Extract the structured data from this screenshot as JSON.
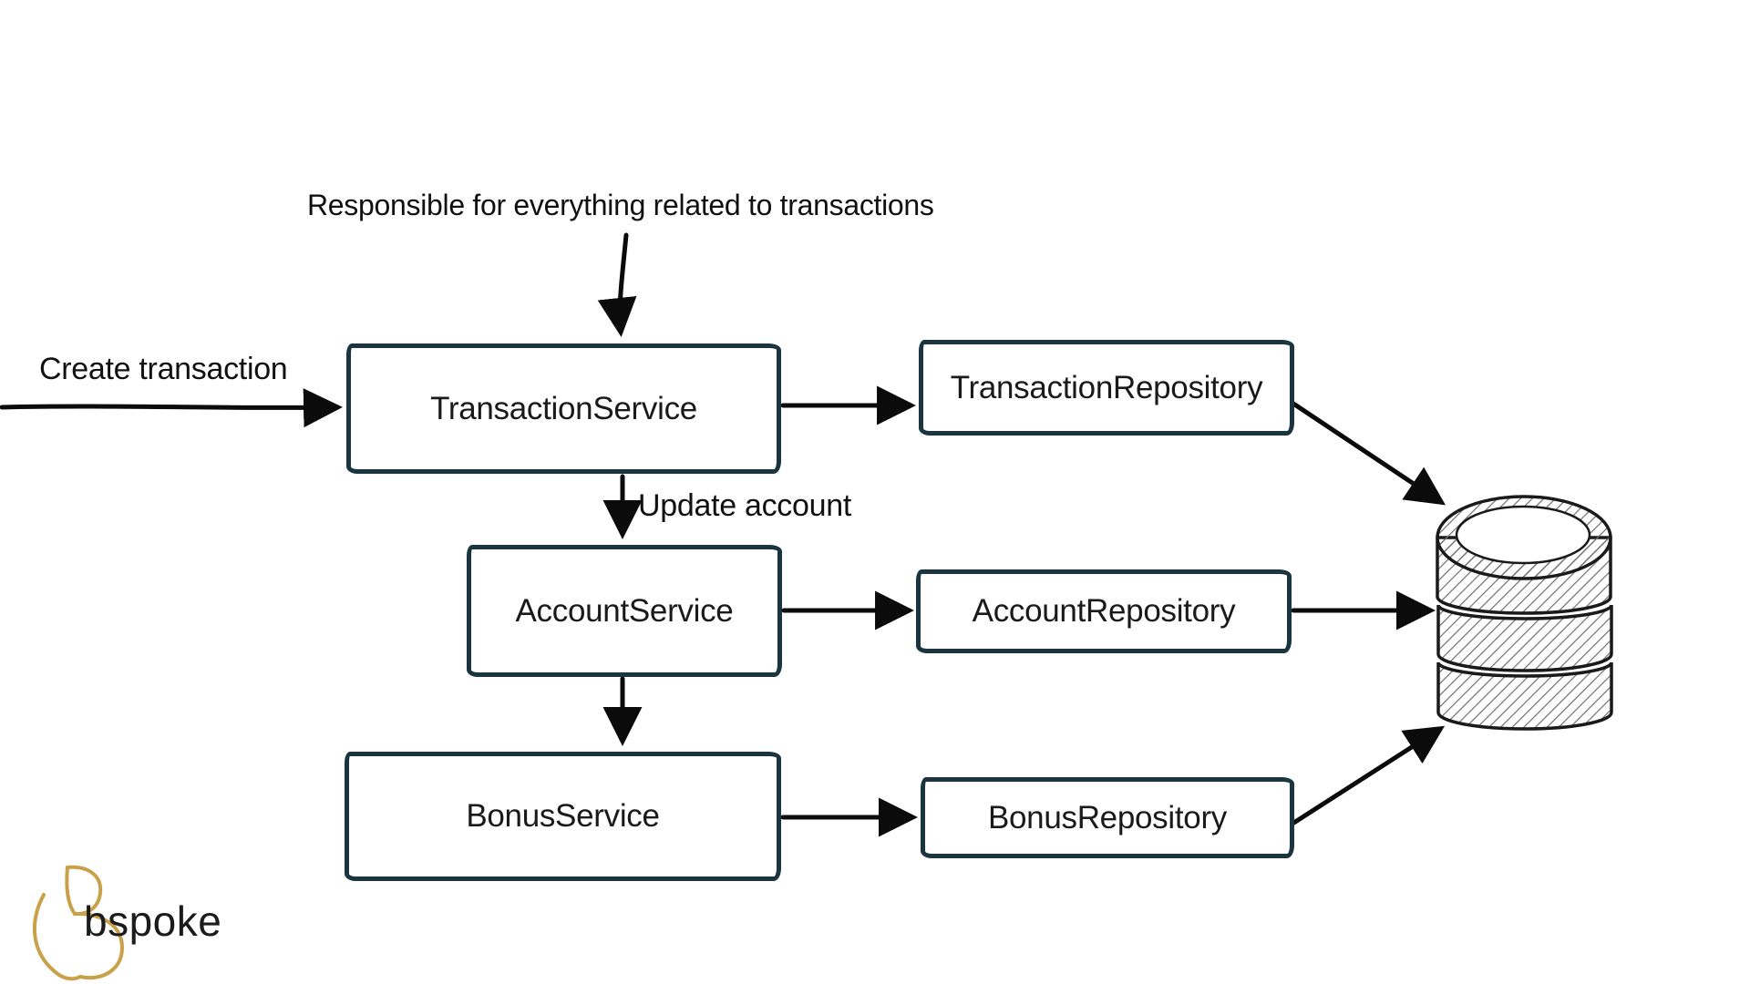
{
  "diagram": {
    "title_note": "Responsible for everything related to transactions",
    "edge_labels": {
      "create_transaction": "Create transaction",
      "update_account": "Update account"
    },
    "nodes": {
      "transaction_service": "TransactionService",
      "transaction_repository": "TransactionRepository",
      "account_service": "AccountService",
      "account_repository": "AccountRepository",
      "bonus_service": "BonusService",
      "bonus_repository": "BonusRepository"
    },
    "icons": {
      "database": "database-cylinder-icon",
      "logo_mark": "bspoke-logo-icon"
    }
  },
  "branding": {
    "logo_text": "bspoke"
  },
  "colors": {
    "background": "#ffffff",
    "box_border": "#1a3540",
    "arrow": "#0b0b0b",
    "text": "#111111",
    "logo_gold": "#c9a14a",
    "db_hatch": "#6f6f6f",
    "db_outline": "#1a1a1a"
  }
}
